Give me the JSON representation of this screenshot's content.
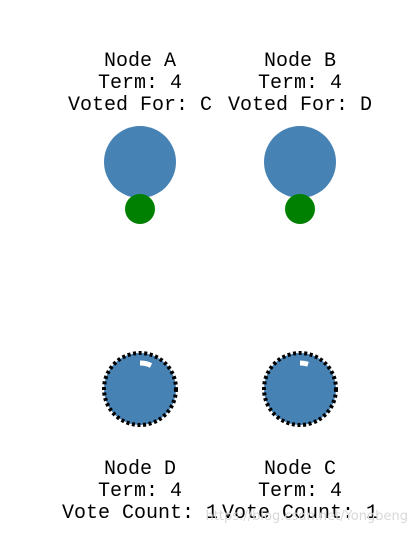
{
  "colors": {
    "node_fill": "#4682b4",
    "leader_indicator": "#008000",
    "candidate_outline": "#000000",
    "progress_arc": "#ffffff",
    "text": "#000000",
    "background": "#ffffff"
  },
  "nodes": [
    {
      "name": "Node A",
      "term": "Term: 4",
      "status": "Voted For: C",
      "role": "follower",
      "indicator": "green-dot"
    },
    {
      "name": "Node B",
      "term": "Term: 4",
      "status": "Voted For: D",
      "role": "follower",
      "indicator": "green-dot"
    },
    {
      "name": "Node D",
      "term": "Term: 4",
      "status": "Vote Count: 1",
      "role": "candidate",
      "progress_fraction": 0.07
    },
    {
      "name": "Node C",
      "term": "Term: 4",
      "status": "Vote Count: 1",
      "role": "candidate",
      "progress_fraction": 0.05
    }
  ],
  "watermark": "https://blog.csdn.net/Yongbeng"
}
